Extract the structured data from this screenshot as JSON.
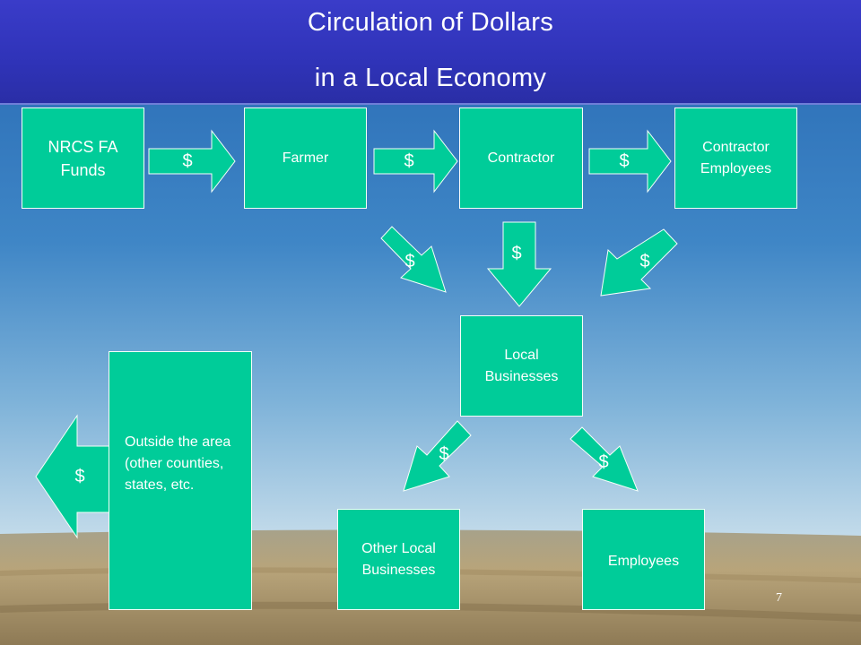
{
  "title": {
    "line1": "Circulation of Dollars",
    "line2": "in a Local Economy"
  },
  "nodes": {
    "nrcs": "NRCS FA Funds",
    "farmer": "Farmer",
    "contractor": "Contractor",
    "contractor_employees": "Contractor Employees",
    "local_businesses": "Local Businesses",
    "other_local_businesses": "Other Local Businesses",
    "employees": "Employees",
    "outside": "Outside the area (other counties, states, etc."
  },
  "flow_symbol": "$",
  "page_number": "7",
  "colors": {
    "header": "#2f33b8",
    "node_fill": "#00cc99",
    "sky_top": "#2a6fb8",
    "field": "#b9a47a"
  }
}
